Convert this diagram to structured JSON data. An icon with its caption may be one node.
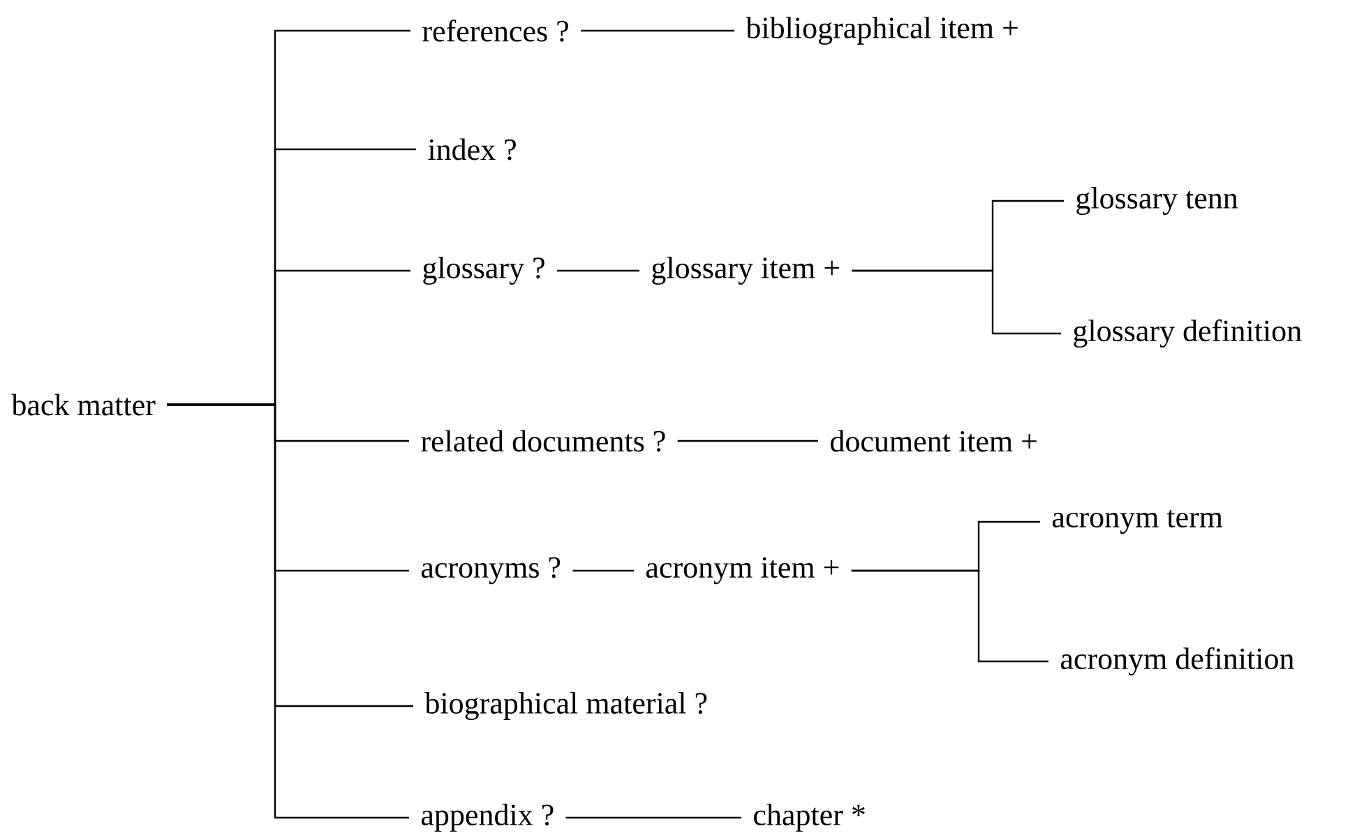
{
  "diagram": {
    "nodes": [
      {
        "text": [
          "back matter"
        ]
      },
      {
        "text": [
          "references ?"
        ]
      },
      {
        "text": [
          "bibliographical item +"
        ]
      },
      {
        "text": [
          "index ?"
        ]
      },
      {
        "text": [
          "glossary ?"
        ]
      },
      {
        "text": [
          "glossary item +"
        ]
      },
      {
        "text": [
          "glossary tenn"
        ]
      },
      {
        "text": [
          "glossary definition"
        ]
      },
      {
        "text": [
          "related documents ?"
        ]
      },
      {
        "text": [
          "document item +"
        ]
      },
      {
        "text": [
          "acronyms ?"
        ]
      },
      {
        "text": [
          "acronym item +"
        ]
      },
      {
        "text": [
          "acronym term"
        ]
      },
      {
        "text": [
          "acronym definition"
        ]
      },
      {
        "text": [
          "biographical material ?"
        ]
      },
      {
        "text": [
          "appendix ?"
        ]
      },
      {
        "text": [
          "chapter *"
        ]
      }
    ],
    "edges": [
      {
        "from": 0,
        "to": 1,
        "arrow": "none"
      },
      {
        "from": 0,
        "to": 3,
        "arrow": "none"
      },
      {
        "from": 0,
        "to": 4,
        "arrow": "none"
      },
      {
        "from": 0,
        "to": 8,
        "arrow": "none"
      },
      {
        "from": 0,
        "to": 10,
        "arrow": "none"
      },
      {
        "from": 0,
        "to": 14,
        "arrow": "none"
      },
      {
        "from": 0,
        "to": 15,
        "arrow": "none"
      },
      {
        "from": 1,
        "to": 2,
        "arrow": "none"
      },
      {
        "from": 4,
        "to": 5,
        "arrow": "none"
      },
      {
        "from": 5,
        "to": 6,
        "arrow": "none"
      },
      {
        "from": 5,
        "to": 7,
        "arrow": "none"
      },
      {
        "from": 8,
        "to": 9,
        "arrow": "none"
      },
      {
        "from": 10,
        "to": 11,
        "arrow": "none"
      },
      {
        "from": 11,
        "to": 12,
        "arrow": "none"
      },
      {
        "from": 11,
        "to": 13,
        "arrow": "none"
      },
      {
        "from": 15,
        "to": 16,
        "arrow": "none"
      }
    ]
  }
}
